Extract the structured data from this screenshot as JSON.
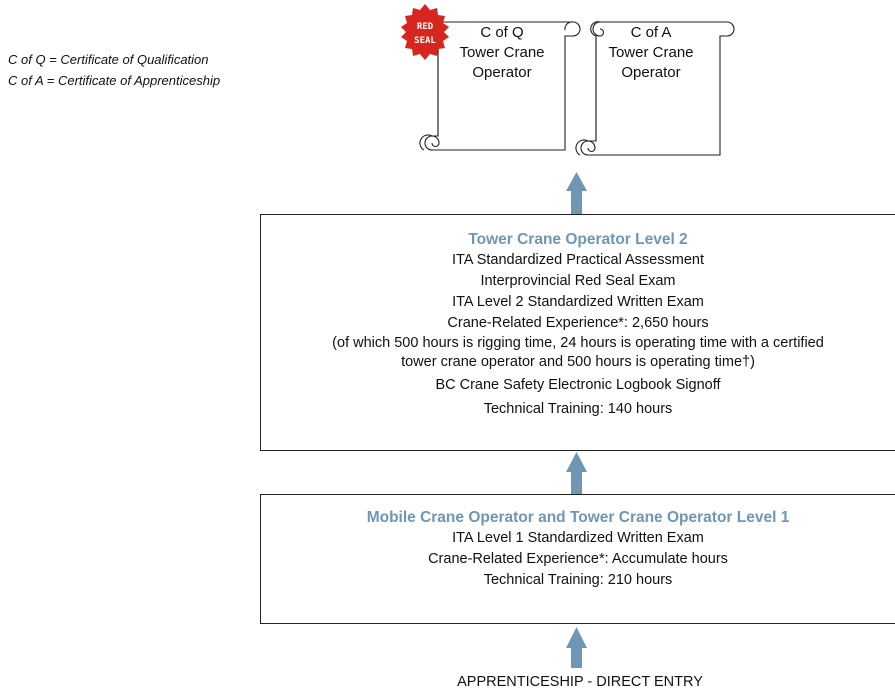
{
  "legend": {
    "line1": "C of Q = Certificate of Qualification",
    "line2": "C of A = Certificate of Apprenticeship"
  },
  "badge": {
    "line1": "RED",
    "line2": "SEAL",
    "color": "#d7261e"
  },
  "certificates": {
    "qualification": {
      "line1": "C of Q",
      "line2": "Tower Crane",
      "line3": "Operator"
    },
    "apprenticeship": {
      "line1": "C of A",
      "line2": "Tower Crane",
      "line3": "Operator"
    }
  },
  "level2": {
    "title": "Tower Crane Operator Level 2",
    "lines": [
      "ITA Standardized Practical Assessment",
      "Interprovincial Red Seal Exam",
      "ITA Level 2 Standardized Written Exam",
      "Crane-Related Experience*: 2,650 hours",
      "(of which 500 hours is rigging time, 24 hours is operating time with a certified",
      "tower crane operator and 500 hours is operating time†)",
      "BC Crane Safety Electronic Logbook Signoff",
      "Technical Training: 140 hours"
    ]
  },
  "level1": {
    "title": "Mobile Crane Operator and Tower Crane Operator Level 1",
    "lines": [
      "ITA Level 1 Standardized Written Exam",
      "Crane-Related Experience*: Accumulate hours",
      "Technical Training: 210 hours"
    ]
  },
  "entry": {
    "label": "APPRENTICESHIP - DIRECT ENTRY"
  },
  "colors": {
    "heading": "#6f96b3",
    "arrow": "#6f96b3",
    "badge": "#d7261e"
  }
}
